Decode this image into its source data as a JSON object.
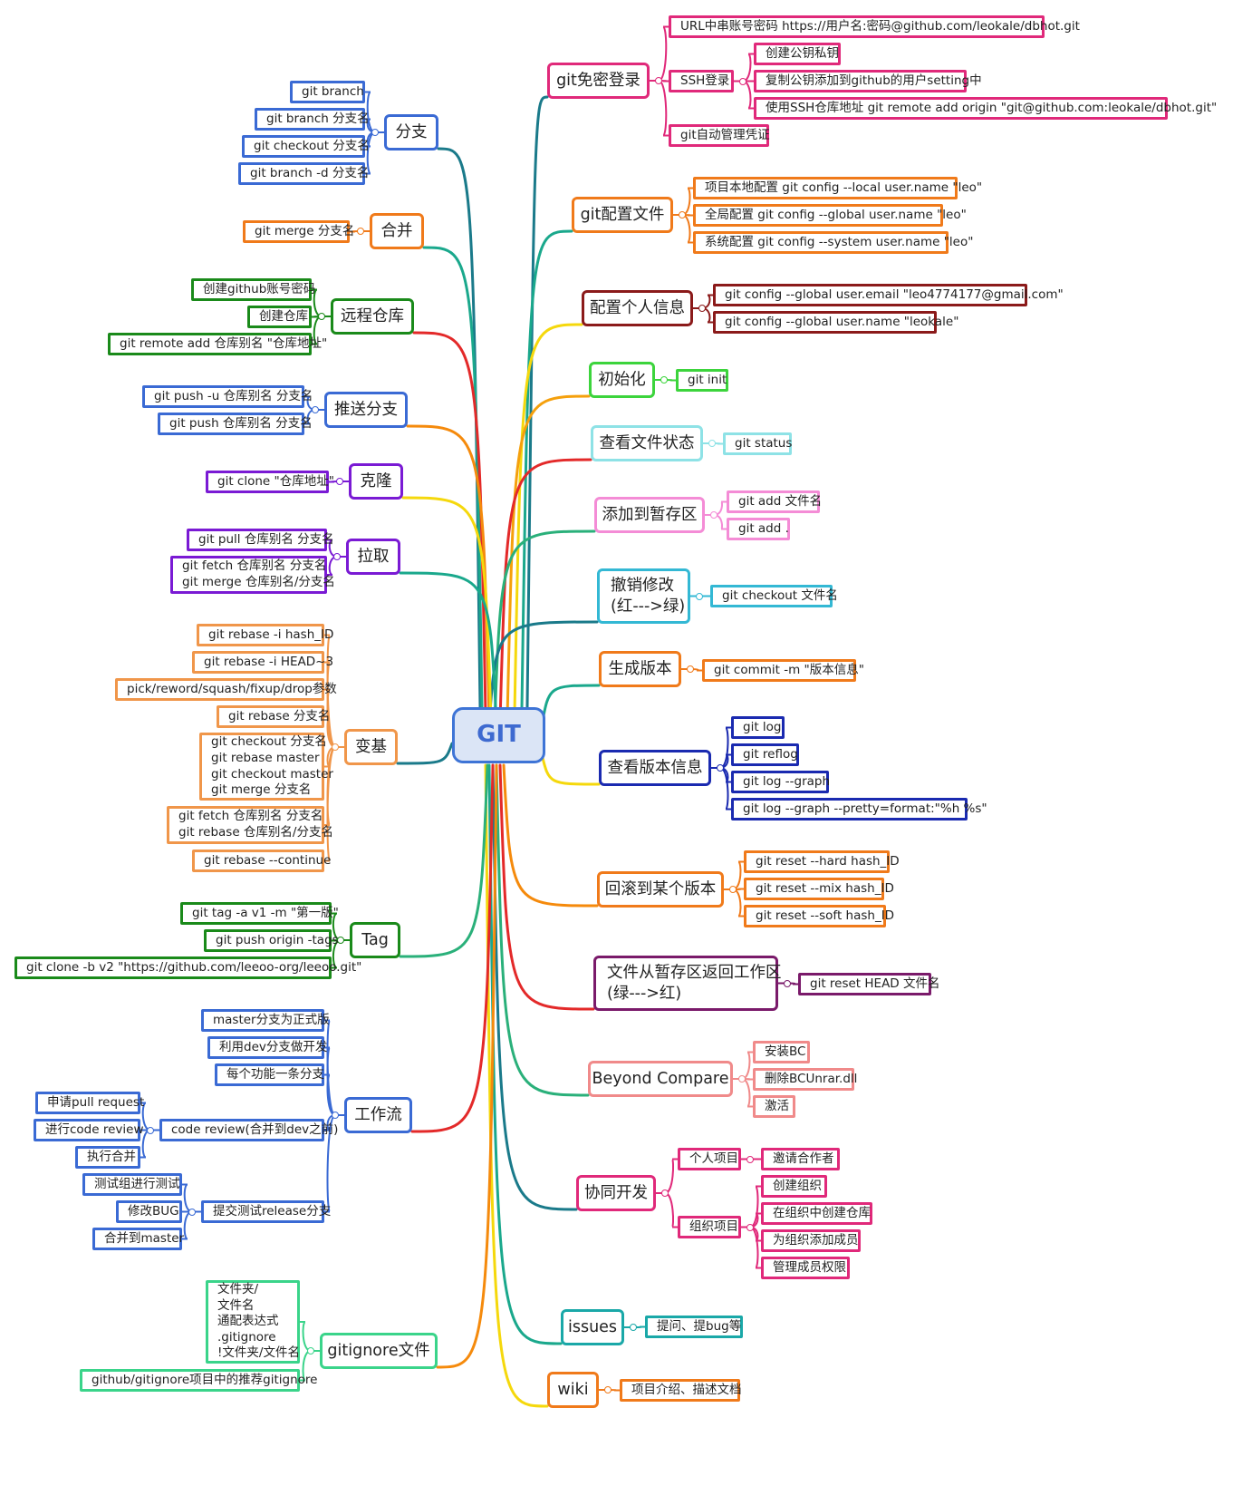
{
  "root": {
    "label": "GIT"
  },
  "colors": {
    "root_border": "#3e74d6",
    "root_fill": "#dbe5f6"
  },
  "branches": [
    {
      "key": "passwordless",
      "label": "git免密登录",
      "color": "#e0297a",
      "link": "#1a7a8a",
      "children": [
        {
          "label": "URL中串账号密码 https://用户名:密码@github.com/leokale/dbhot.git"
        },
        {
          "label": "SSH登录",
          "children": [
            {
              "label": "创建公钥私钥"
            },
            {
              "label": "复制公钥添加到github的用户setting中"
            },
            {
              "label": "使用SSH仓库地址 git remote add origin \"git@github.com:leokale/dbhot.git\""
            }
          ]
        },
        {
          "label": "git自动管理凭证"
        }
      ]
    },
    {
      "key": "config-file",
      "label": "git配置文件",
      "color": "#f07a1a",
      "link": "#1aa88c",
      "children": [
        {
          "label": "项目本地配置 git config --local user.name \"leo\""
        },
        {
          "label": "全局配置 git config --global user.name \"leo\""
        },
        {
          "label": "系统配置 git config --system user.name \"leo\""
        }
      ]
    },
    {
      "key": "personal-info",
      "label": "配置个人信息",
      "color": "#8b1a1a",
      "link": "#f5d80c",
      "children": [
        {
          "label": "git config --global user.email \"leo4774177@gmail.com\""
        },
        {
          "label": "git config --global user.name \"leokale\""
        }
      ]
    },
    {
      "key": "init",
      "label": "初始化",
      "color": "#3cd43c",
      "link": "#f5a00c",
      "children": [
        {
          "label": "git init"
        }
      ]
    },
    {
      "key": "status",
      "label": "查看文件状态",
      "color": "#8ee2e6",
      "link": "#e32929",
      "children": [
        {
          "label": "git status"
        }
      ]
    },
    {
      "key": "stage",
      "label": "添加到暂存区",
      "color": "#f48cd6",
      "link": "#2ab07a",
      "children": [
        {
          "label": "git add 文件名"
        },
        {
          "label": "git add ."
        }
      ]
    },
    {
      "key": "undo",
      "label": "撤销修改\n(红--->绿)",
      "color": "#33b8d4",
      "link": "#1a7a8a",
      "children": [
        {
          "label": "git checkout 文件名"
        }
      ]
    },
    {
      "key": "commit",
      "label": "生成版本",
      "color": "#f07a1a",
      "link": "#1aa88c",
      "children": [
        {
          "label": "git commit -m \"版本信息\""
        }
      ]
    },
    {
      "key": "log",
      "label": "查看版本信息",
      "color": "#1a2ab0",
      "link": "#f5d80c",
      "children": [
        {
          "label": "git log"
        },
        {
          "label": "git reflog"
        },
        {
          "label": "git log --graph"
        },
        {
          "label": "git log --graph --pretty=format:\"%h %s\""
        }
      ]
    },
    {
      "key": "reset",
      "label": "回滚到某个版本",
      "color": "#f07a1a",
      "link": "#f58a0c",
      "children": [
        {
          "label": "git reset --hard hash_ID"
        },
        {
          "label": "git reset --mix hash_ID"
        },
        {
          "label": "git reset --soft hash_ID"
        }
      ]
    },
    {
      "key": "unstage",
      "label": "文件从暂存区返回工作区\n(绿--->红)",
      "color": "#7a1a6a",
      "link": "#e32929",
      "children": [
        {
          "label": "git reset HEAD 文件名"
        }
      ]
    },
    {
      "key": "beyond",
      "label": "Beyond Compare",
      "color": "#f08a8a",
      "link": "#2ab07a",
      "children": [
        {
          "label": "安装BC"
        },
        {
          "label": "删除BCUnrar.dll"
        },
        {
          "label": "激活"
        }
      ]
    },
    {
      "key": "collab",
      "label": "协同开发",
      "color": "#e0297a",
      "link": "#1a7a8a",
      "children": [
        {
          "label": "个人项目",
          "children": [
            {
              "label": "邀请合作者"
            }
          ]
        },
        {
          "label": "组织项目",
          "children": [
            {
              "label": "创建组织"
            },
            {
              "label": "在组织中创建仓库"
            },
            {
              "label": "为组织添加成员"
            },
            {
              "label": "管理成员权限"
            }
          ]
        }
      ]
    },
    {
      "key": "issues",
      "label": "issues",
      "color": "#1aa8a8",
      "link": "#1aa88c",
      "children": [
        {
          "label": "提问、提bug等"
        }
      ]
    },
    {
      "key": "wiki",
      "label": "wiki",
      "color": "#f07a1a",
      "link": "#f5d80c",
      "children": [
        {
          "label": "项目介绍、描述文档"
        }
      ]
    },
    {
      "key": "branch",
      "label": "分支",
      "color": "#3a6ad4",
      "link": "#1a7a8a",
      "children": [
        {
          "label": "git branch"
        },
        {
          "label": "git branch 分支名"
        },
        {
          "label": "git checkout 分支名"
        },
        {
          "label": "git branch -d 分支名"
        }
      ]
    },
    {
      "key": "merge",
      "label": "合并",
      "color": "#f07a1a",
      "link": "#1aa88c",
      "children": [
        {
          "label": "git merge 分支名"
        }
      ]
    },
    {
      "key": "remote",
      "label": "远程仓库",
      "color": "#1a8a1a",
      "link": "#e32929",
      "children": [
        {
          "label": "创建github账号密码"
        },
        {
          "label": "创建仓库"
        },
        {
          "label": "git remote add 仓库别名 \"仓库地址\""
        }
      ]
    },
    {
      "key": "push",
      "label": "推送分支",
      "color": "#3a6ad4",
      "link": "#f58a0c",
      "children": [
        {
          "label": "git push -u 仓库别名 分支名"
        },
        {
          "label": "git push 仓库别名 分支名"
        }
      ]
    },
    {
      "key": "clone",
      "label": "克隆",
      "color": "#7a1ad4",
      "link": "#f5d80c",
      "children": [
        {
          "label": "git clone \"仓库地址\""
        }
      ]
    },
    {
      "key": "pull",
      "label": "拉取",
      "color": "#7a1ad4",
      "link": "#1aa88c",
      "children": [
        {
          "label": "git pull 仓库别名 分支名"
        },
        {
          "label": "git fetch 仓库别名 分支名\ngit merge 仓库别名/分支名"
        }
      ]
    },
    {
      "key": "rebase",
      "label": "变基",
      "color": "#f0964a",
      "link": "#1a7a8a",
      "children": [
        {
          "label": "git rebase -i hash_ID"
        },
        {
          "label": "git rebase -i HEAD~3"
        },
        {
          "label": "pick/reword/squash/fixup/drop参数"
        },
        {
          "label": "git rebase 分支名"
        },
        {
          "label": "git checkout 分支名\ngit rebase master\ngit checkout master\ngit merge 分支名"
        },
        {
          "label": "git fetch 仓库别名 分支名\ngit rebase 仓库别名/分支名"
        },
        {
          "label": "git rebase --continue"
        }
      ]
    },
    {
      "key": "tag",
      "label": "Tag",
      "color": "#1a8a1a",
      "link": "#2ab07a",
      "children": [
        {
          "label": "git tag -a v1 -m \"第一版\""
        },
        {
          "label": "git push origin -tags"
        },
        {
          "label": "git clone -b v2 \"https://github.com/leeoo-org/leeoo.git\""
        }
      ]
    },
    {
      "key": "workflow",
      "label": "工作流",
      "color": "#3a6ad4",
      "link": "#e32929",
      "children": [
        {
          "label": "master分支为正式版"
        },
        {
          "label": "利用dev分支做开发"
        },
        {
          "label": "每个功能一条分支"
        },
        {
          "label": "code review(合并到dev之前)",
          "children": [
            {
              "label": "申请pull request"
            },
            {
              "label": "进行code review"
            },
            {
              "label": "执行合并"
            }
          ]
        },
        {
          "label": "提交测试release分支",
          "children": [
            {
              "label": "测试组进行测试"
            },
            {
              "label": "修改BUG"
            },
            {
              "label": "合并到master"
            }
          ]
        }
      ]
    },
    {
      "key": "gitignore",
      "label": "gitignore文件",
      "color": "#3ad48a",
      "link": "#f58a0c",
      "children": [
        {
          "label": "文件夹/\n文件名\n通配表达式\n.gitignore\n!文件夹/文件名"
        },
        {
          "label": "github/gitignore项目中的推荐gitignore"
        }
      ]
    }
  ]
}
